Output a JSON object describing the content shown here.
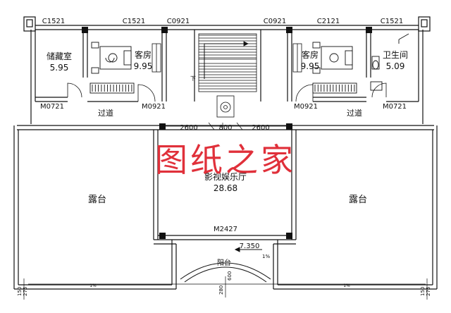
{
  "windows": {
    "top_left_1": "C1521",
    "top_left_2": "C1521",
    "top_left_3": "C0921",
    "top_right_3": "C0921",
    "top_right_2": "C2121",
    "top_right_1": "C1521"
  },
  "rooms": {
    "storage": {
      "name": "储藏室",
      "area": "5.95"
    },
    "guest_left": {
      "name": "客房",
      "area": "9.95"
    },
    "guest_right": {
      "name": "客房",
      "area": "9.95"
    },
    "bath": {
      "name": "卫生间",
      "area": "5.09"
    },
    "hall": {
      "name": "影视娱乐厅",
      "area": "28.68"
    },
    "terrace_left": {
      "name": "露台"
    },
    "terrace_right": {
      "name": "露台"
    },
    "balcony": {
      "name": "阳台"
    },
    "corridor_left": {
      "name": "过道"
    },
    "corridor_right": {
      "name": "过道"
    }
  },
  "doors": {
    "left_1": "M0721",
    "left_2": "M0921",
    "right_1": "M0921",
    "right_2": "M0721",
    "hall": "M2427"
  },
  "dimensions": {
    "d1": "2600",
    "d2": "800",
    "d3": "2600",
    "elevation": "7.350",
    "bottom_left_a": "150",
    "bottom_left_b": "275",
    "bottom_center_a": "280",
    "bottom_center_b": "600",
    "bottom_right_a": "150",
    "bottom_right_b": "275",
    "slope": "1%"
  },
  "stair_label": "下",
  "watermark": "图纸之家"
}
